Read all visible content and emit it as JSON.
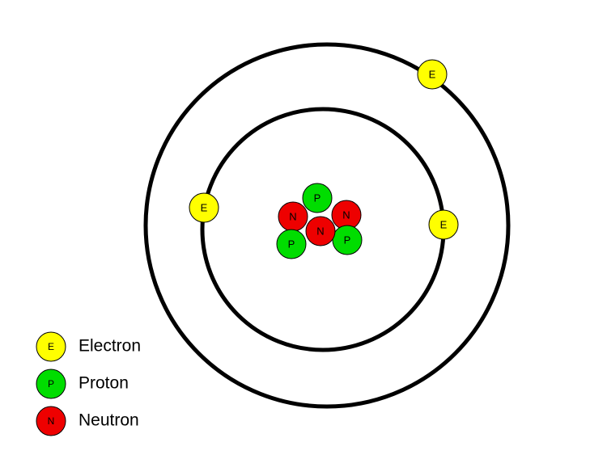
{
  "colors": {
    "electron": "#ffff00",
    "proton": "#00dd00",
    "neutron": "#ee0000",
    "outline": "#000000",
    "orbit": "#000000"
  },
  "particles": {
    "electron_letter": "E",
    "proton_letter": "P",
    "neutron_letter": "N"
  },
  "legend": {
    "items": [
      {
        "type": "electron",
        "letter": "E",
        "label": "Electron"
      },
      {
        "type": "proton",
        "letter": "P",
        "label": "Proton"
      },
      {
        "type": "neutron",
        "letter": "N",
        "label": "Neutron"
      }
    ]
  }
}
